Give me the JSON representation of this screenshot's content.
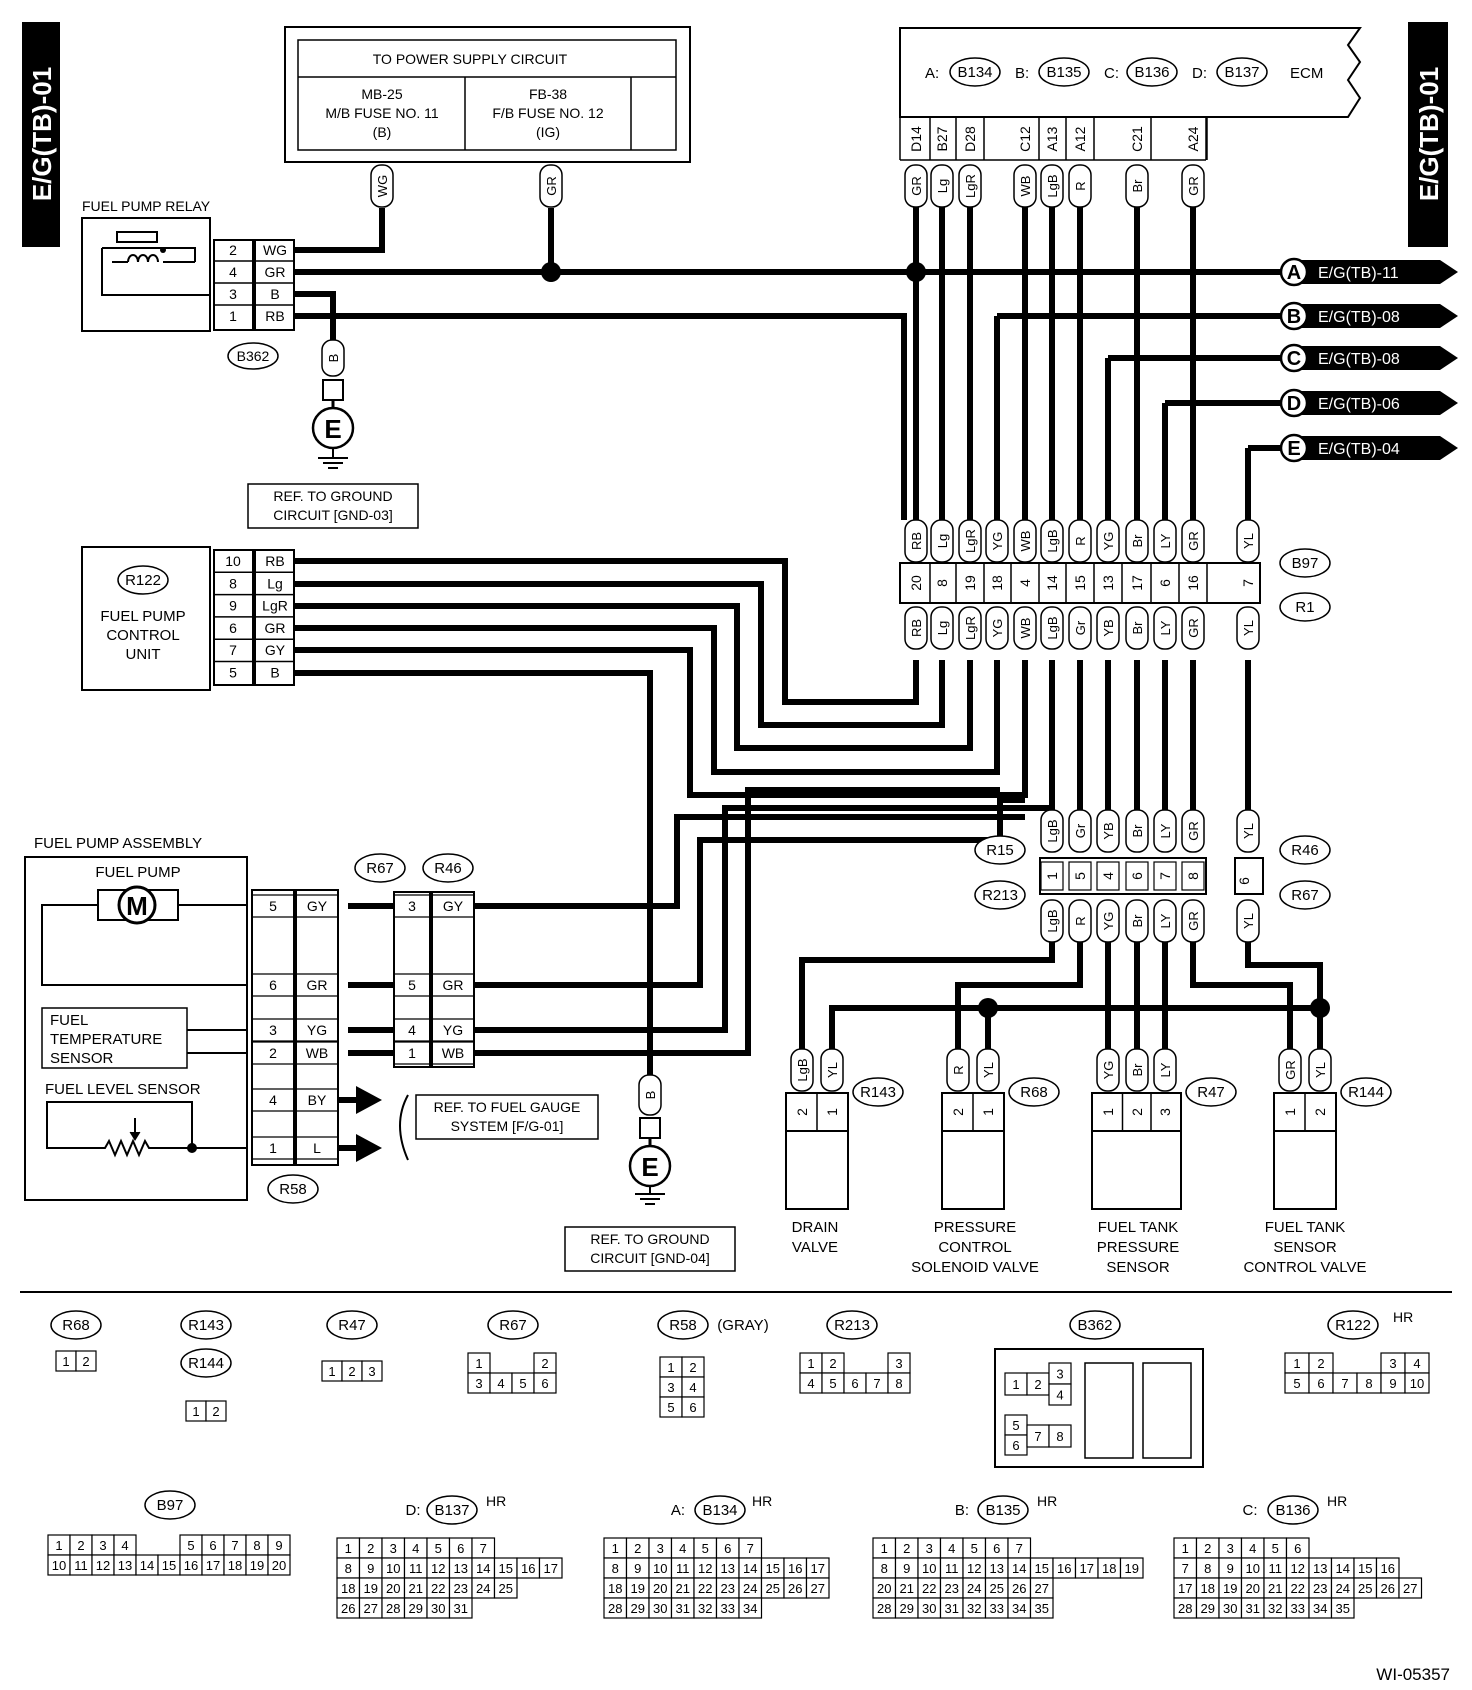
{
  "side_tab": "E/G(TB)-01",
  "figure_id": "WI-05357",
  "power": {
    "title": "TO POWER SUPPLY CIRCUIT",
    "fuse_mb_1": "MB-25",
    "fuse_mb_2": "M/B FUSE NO. 11",
    "fuse_mb_3": "(B)",
    "fuse_fb_1": "FB-38",
    "fuse_fb_2": "F/B FUSE NO. 12",
    "fuse_fb_3": "(IG)"
  },
  "ecm": {
    "label": "ECM",
    "conns": [
      {
        "letter": "A:",
        "name": "B134"
      },
      {
        "letter": "B:",
        "name": "B135"
      },
      {
        "letter": "C:",
        "name": "B136"
      },
      {
        "letter": "D:",
        "name": "B137"
      }
    ],
    "pins": [
      "D14",
      "B27",
      "D28",
      "C12",
      "A13",
      "A12",
      "C21",
      "A24"
    ],
    "colors": [
      "GR",
      "Lg",
      "LgR",
      "WB",
      "LgB",
      "R",
      "Br",
      "GR"
    ]
  },
  "relay": {
    "title": "FUEL PUMP RELAY",
    "conn": "B362",
    "rows": [
      {
        "pin": "2",
        "color": "WG"
      },
      {
        "pin": "4",
        "color": "GR"
      },
      {
        "pin": "3",
        "color": "B"
      },
      {
        "pin": "1",
        "color": "RB"
      }
    ]
  },
  "wire_wg": "WG",
  "wire_gr": "GR",
  "wire_b": "B",
  "ground": "E",
  "ref_gnd3_1": "REF. TO GROUND",
  "ref_gnd3_2": "CIRCUIT [GND-03]",
  "ref_gnd4_1": "REF. TO GROUND",
  "ref_gnd4_2": "CIRCUIT [GND-04]",
  "refs": [
    {
      "letter": "A",
      "text": "E/G(TB)-11"
    },
    {
      "letter": "B",
      "text": "E/G(TB)-08"
    },
    {
      "letter": "C",
      "text": "E/G(TB)-08"
    },
    {
      "letter": "D",
      "text": "E/G(TB)-06"
    },
    {
      "letter": "E",
      "text": "E/G(TB)-04"
    }
  ],
  "b97": {
    "conn_a": "B97",
    "conn_b": "R1",
    "top_colors": [
      "RB",
      "Lg",
      "LgR",
      "YG",
      "WB",
      "LgB",
      "R",
      "YG",
      "Br",
      "LY",
      "GR",
      "YL"
    ],
    "pins": [
      "20",
      "8",
      "19",
      "18",
      "4",
      "14",
      "15",
      "13",
      "17",
      "6",
      "16",
      "7"
    ],
    "bottom_colors": [
      "RB",
      "Lg",
      "LgR",
      "YG",
      "WB",
      "LgB",
      "Gr",
      "YB",
      "Br",
      "LY",
      "GR",
      "YL"
    ]
  },
  "fpcu": {
    "conn": "R122",
    "name_1": "FUEL PUMP",
    "name_2": "CONTROL",
    "name_3": "UNIT",
    "rows": [
      {
        "pin": "10",
        "color": "RB"
      },
      {
        "pin": "8",
        "color": "Lg"
      },
      {
        "pin": "9",
        "color": "LgR"
      },
      {
        "pin": "6",
        "color": "GR"
      },
      {
        "pin": "7",
        "color": "GY"
      },
      {
        "pin": "5",
        "color": "B"
      }
    ]
  },
  "r15": {
    "conn_a": "R15",
    "conn_b": "R213",
    "top_colors": [
      "LgB",
      "Gr",
      "YB",
      "Br",
      "LY",
      "GR"
    ],
    "pins": [
      "1",
      "5",
      "4",
      "6",
      "7",
      "8"
    ],
    "bottom_colors": [
      "LgB",
      "R",
      "YG",
      "Br",
      "LY",
      "GR"
    ]
  },
  "r46": {
    "conn_a": "R46",
    "conn_b": "R67",
    "top_color": "YL",
    "pin": "6",
    "bottom_color": "YL"
  },
  "assembly": {
    "title": "FUEL PUMP ASSEMBLY",
    "pump": "FUEL PUMP",
    "motor": "M",
    "temp_1": "FUEL",
    "temp_2": "TEMPERATURE",
    "temp_3": "SENSOR",
    "level": "FUEL LEVEL SENSOR",
    "conn": "R58",
    "rows": [
      {
        "pin": "5",
        "color": "GY"
      },
      {
        "pin": "6",
        "color": "GR"
      },
      {
        "pin": "3",
        "color": "YG"
      },
      {
        "pin": "2",
        "color": "WB"
      },
      {
        "pin": "4",
        "color": "BY"
      },
      {
        "pin": "1",
        "color": "L"
      }
    ]
  },
  "r67_conn": {
    "conn_a": "R67",
    "conn_b": "R46",
    "rows": [
      {
        "pin": "3",
        "color": "GY"
      },
      {
        "pin": "5",
        "color": "GR"
      },
      {
        "pin": "4",
        "color": "YG"
      },
      {
        "pin": "1",
        "color": "WB"
      }
    ]
  },
  "fuel_gauge_1": "REF. TO FUEL GAUGE",
  "fuel_gauge_2": "SYSTEM [F/G-01]",
  "components": [
    {
      "conn": "R143",
      "colors": [
        "LgB",
        "YL"
      ],
      "pins": [
        "2",
        "1"
      ],
      "name": [
        "DRAIN",
        "VALVE"
      ]
    },
    {
      "conn": "R68",
      "colors": [
        "R",
        "YL"
      ],
      "pins": [
        "2",
        "1"
      ],
      "name": [
        "PRESSURE",
        "CONTROL",
        "SOLENOID VALVE"
      ]
    },
    {
      "conn": "R47",
      "colors": [
        "YG",
        "Br",
        "LY"
      ],
      "pins": [
        "1",
        "2",
        "3"
      ],
      "name": [
        "FUEL TANK",
        "PRESSURE",
        "SENSOR"
      ]
    },
    {
      "conn": "R144",
      "colors": [
        "GR",
        "YL"
      ],
      "pins": [
        "1",
        "2"
      ],
      "name": [
        "FUEL TANK",
        "SENSOR",
        "CONTROL VALVE"
      ]
    }
  ],
  "legend": {
    "r68": "R68",
    "r143": "R143",
    "r144": "R144",
    "r47": "R47",
    "r67": "R67",
    "r58": "R58",
    "r58_note": "(GRAY)",
    "r213": "R213",
    "b362": "B362",
    "r122": "R122",
    "b97": "B97",
    "d": "D:",
    "b137": "B137",
    "a": "A:",
    "b134": "B134",
    "b": "B:",
    "b135": "B135",
    "c": "C:",
    "b136": "B136",
    "hr": "HR"
  }
}
